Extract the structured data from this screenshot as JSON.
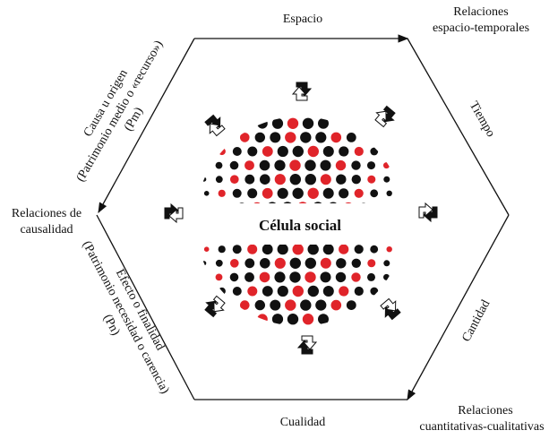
{
  "center": {
    "title": "Célula social"
  },
  "edges": {
    "top": "Espacio",
    "bottom": "Cualidad",
    "upper_right": "Tiempo",
    "lower_right": "Cantidad",
    "upper_left": [
      "Causa u origen",
      "(Patrimonio medio o «recurso»)",
      "(Pm)"
    ],
    "lower_left": [
      "Efecto o finalidad",
      "(Patrimonio necesidad o carencia)",
      "(Pn)"
    ]
  },
  "vertices": {
    "top_right": [
      "Relaciones",
      "espacio-temporales"
    ],
    "left": [
      "Relaciones de",
      "causalidad"
    ],
    "bottom_right": [
      "Relaciones",
      "cuantitativas-cualitativas"
    ]
  },
  "colors": {
    "dot_black": "#111111",
    "dot_red": "#e0242a",
    "line": "#111111"
  },
  "icons": {
    "cycle": "cycle-arrows-icon"
  }
}
